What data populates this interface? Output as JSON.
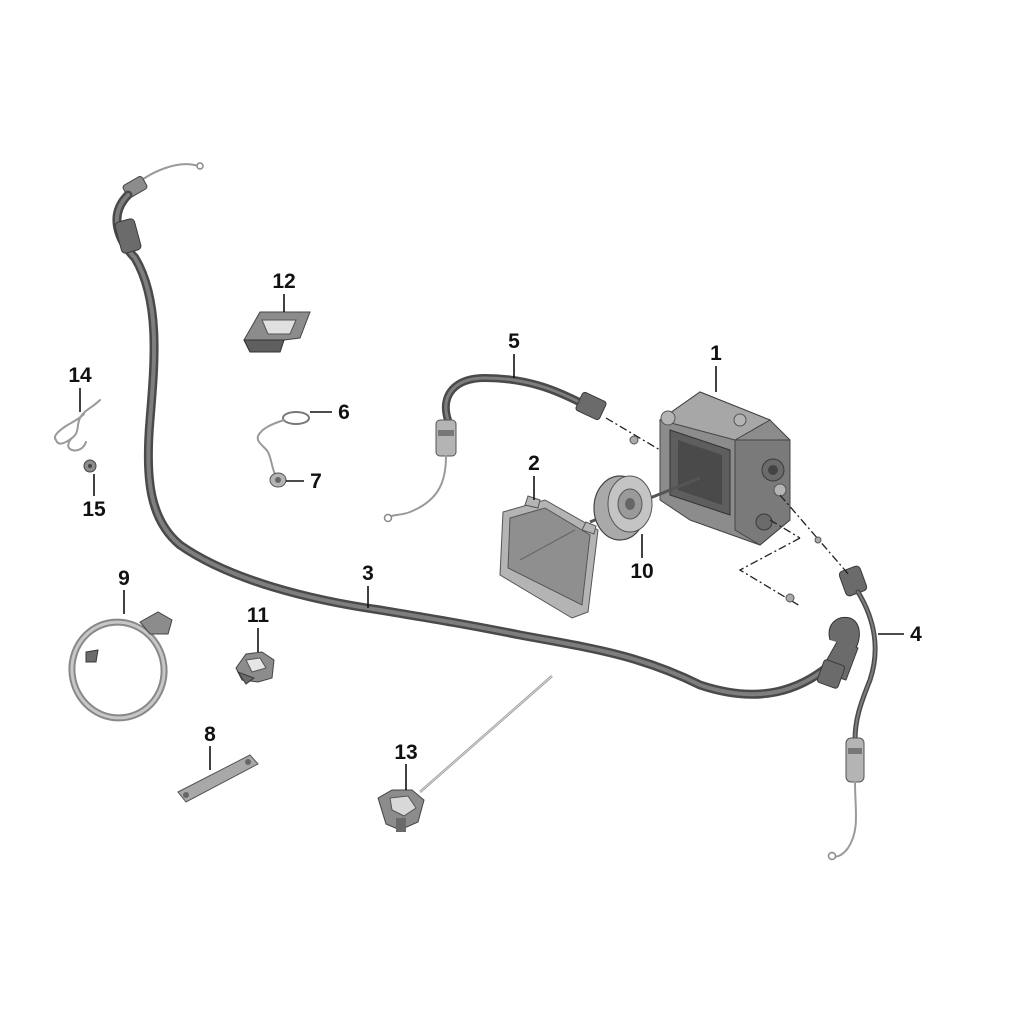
{
  "callouts": [
    {
      "id": "1",
      "label": "1"
    },
    {
      "id": "2",
      "label": "2"
    },
    {
      "id": "3",
      "label": "3"
    },
    {
      "id": "4",
      "label": "4"
    },
    {
      "id": "5",
      "label": "5"
    },
    {
      "id": "6",
      "label": "6"
    },
    {
      "id": "7",
      "label": "7"
    },
    {
      "id": "8",
      "label": "8"
    },
    {
      "id": "9",
      "label": "9"
    },
    {
      "id": "10",
      "label": "10"
    },
    {
      "id": "11",
      "label": "11"
    },
    {
      "id": "12",
      "label": "12"
    },
    {
      "id": "13",
      "label": "13"
    },
    {
      "id": "14",
      "label": "14"
    },
    {
      "id": "15",
      "label": "15"
    }
  ]
}
